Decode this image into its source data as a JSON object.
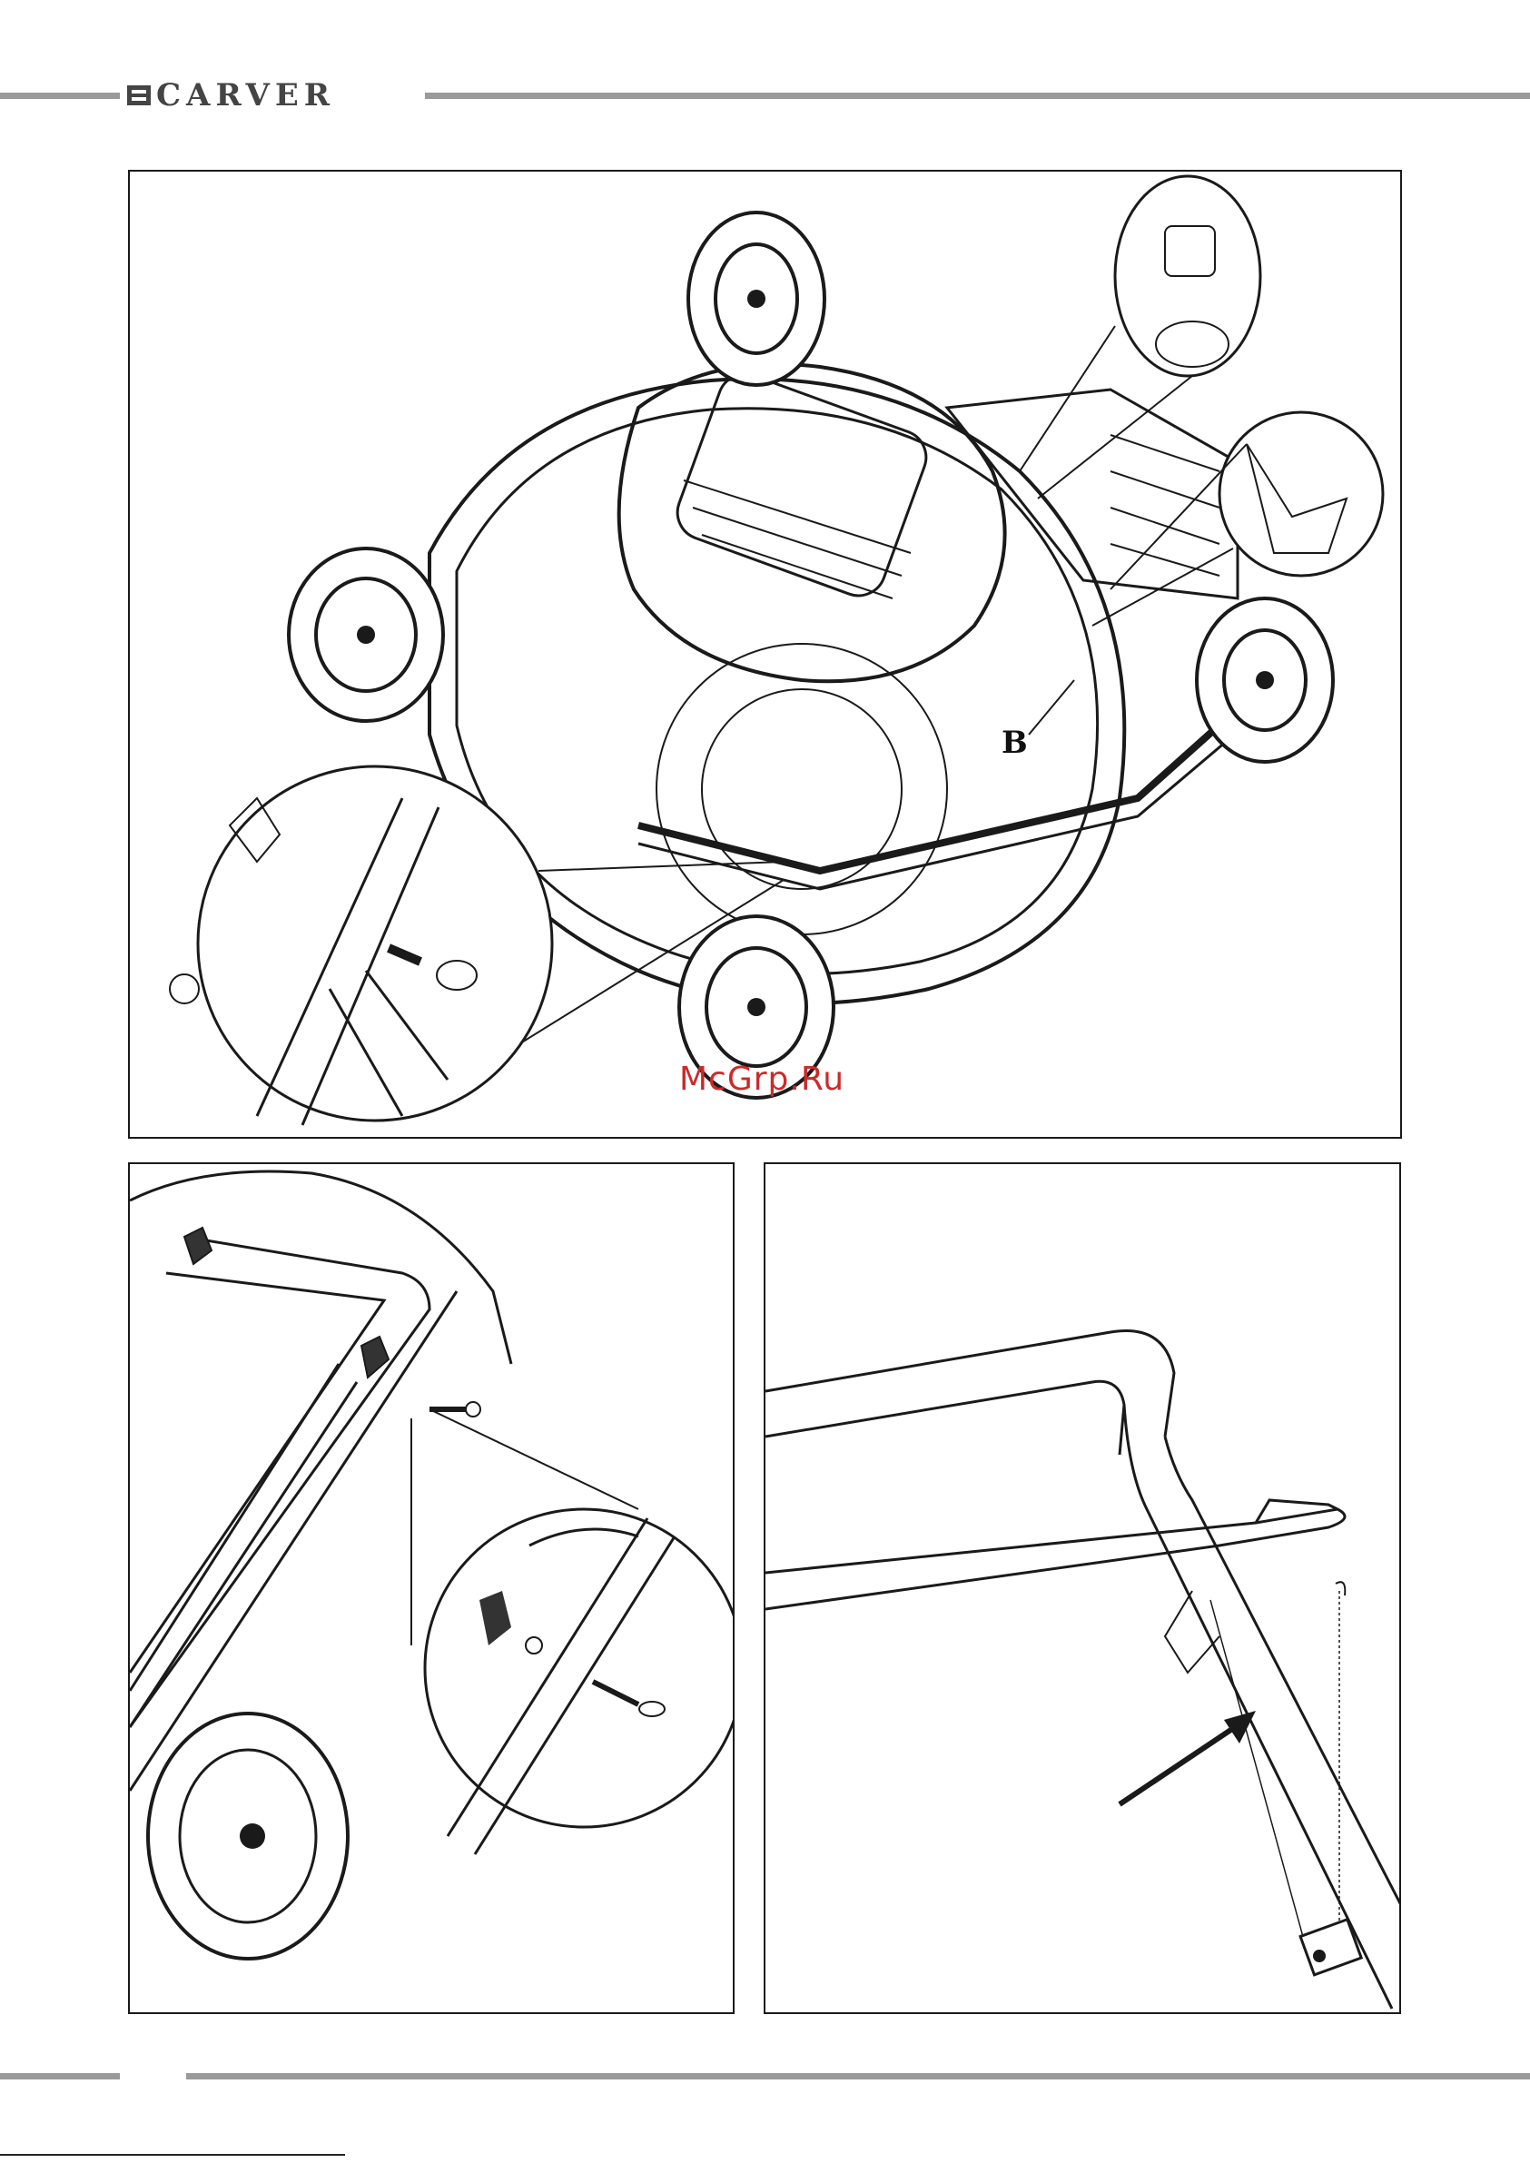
{
  "header": {
    "brand": "CARVER"
  },
  "figures": {
    "top": {
      "callout_label": "B"
    }
  },
  "watermark": {
    "text": "McGrp.Ru"
  },
  "colors": {
    "rule": "#9a9a9a",
    "line": "#1a1a1a",
    "watermark": "#cc2a2a"
  }
}
